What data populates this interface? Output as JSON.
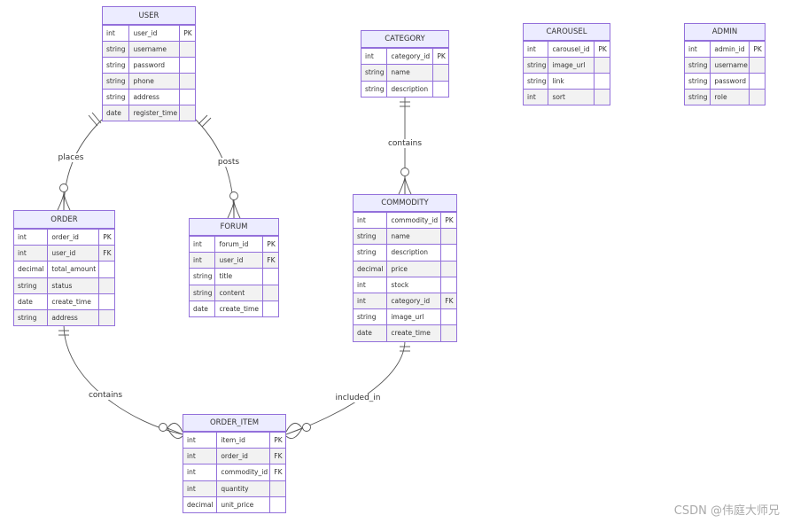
{
  "entities": [
    {
      "id": "user",
      "name": "USER",
      "attrs": [
        [
          "int",
          "user_id",
          "PK"
        ],
        [
          "string",
          "username",
          ""
        ],
        [
          "string",
          "password",
          ""
        ],
        [
          "string",
          "phone",
          ""
        ],
        [
          "string",
          "address",
          ""
        ],
        [
          "date",
          "register_time",
          ""
        ]
      ]
    },
    {
      "id": "category",
      "name": "CATEGORY",
      "attrs": [
        [
          "int",
          "category_id",
          "PK"
        ],
        [
          "string",
          "name",
          ""
        ],
        [
          "string",
          "description",
          ""
        ]
      ]
    },
    {
      "id": "carousel",
      "name": "CAROUSEL",
      "attrs": [
        [
          "int",
          "carousel_id",
          "PK"
        ],
        [
          "string",
          "image_url",
          ""
        ],
        [
          "string",
          "link",
          ""
        ],
        [
          "int",
          "sort",
          ""
        ]
      ]
    },
    {
      "id": "admin",
      "name": "ADMIN",
      "attrs": [
        [
          "int",
          "admin_id",
          "PK"
        ],
        [
          "string",
          "username",
          ""
        ],
        [
          "string",
          "password",
          ""
        ],
        [
          "string",
          "role",
          ""
        ]
      ]
    },
    {
      "id": "order",
      "name": "ORDER",
      "attrs": [
        [
          "int",
          "order_id",
          "PK"
        ],
        [
          "int",
          "user_id",
          "FK"
        ],
        [
          "decimal",
          "total_amount",
          ""
        ],
        [
          "string",
          "status",
          ""
        ],
        [
          "date",
          "create_time",
          ""
        ],
        [
          "string",
          "address",
          ""
        ]
      ]
    },
    {
      "id": "forum",
      "name": "FORUM",
      "attrs": [
        [
          "int",
          "forum_id",
          "PK"
        ],
        [
          "int",
          "user_id",
          "FK"
        ],
        [
          "string",
          "title",
          ""
        ],
        [
          "string",
          "content",
          ""
        ],
        [
          "date",
          "create_time",
          ""
        ]
      ]
    },
    {
      "id": "commodity",
      "name": "COMMODITY",
      "attrs": [
        [
          "int",
          "commodity_id",
          "PK"
        ],
        [
          "string",
          "name",
          ""
        ],
        [
          "string",
          "description",
          ""
        ],
        [
          "decimal",
          "price",
          ""
        ],
        [
          "int",
          "stock",
          ""
        ],
        [
          "int",
          "category_id",
          "FK"
        ],
        [
          "string",
          "image_url",
          ""
        ],
        [
          "date",
          "create_time",
          ""
        ]
      ]
    },
    {
      "id": "order_item",
      "name": "ORDER_ITEM",
      "attrs": [
        [
          "int",
          "item_id",
          "PK"
        ],
        [
          "int",
          "order_id",
          "FK"
        ],
        [
          "int",
          "commodity_id",
          "FK"
        ],
        [
          "int",
          "quantity",
          ""
        ],
        [
          "decimal",
          "unit_price",
          ""
        ]
      ]
    }
  ],
  "relationships": {
    "places": "places",
    "posts": "posts",
    "category_contains": "contains",
    "order_contains": "contains",
    "included_in": "included_in"
  },
  "watermark": "CSDN @伟庭大师兄"
}
